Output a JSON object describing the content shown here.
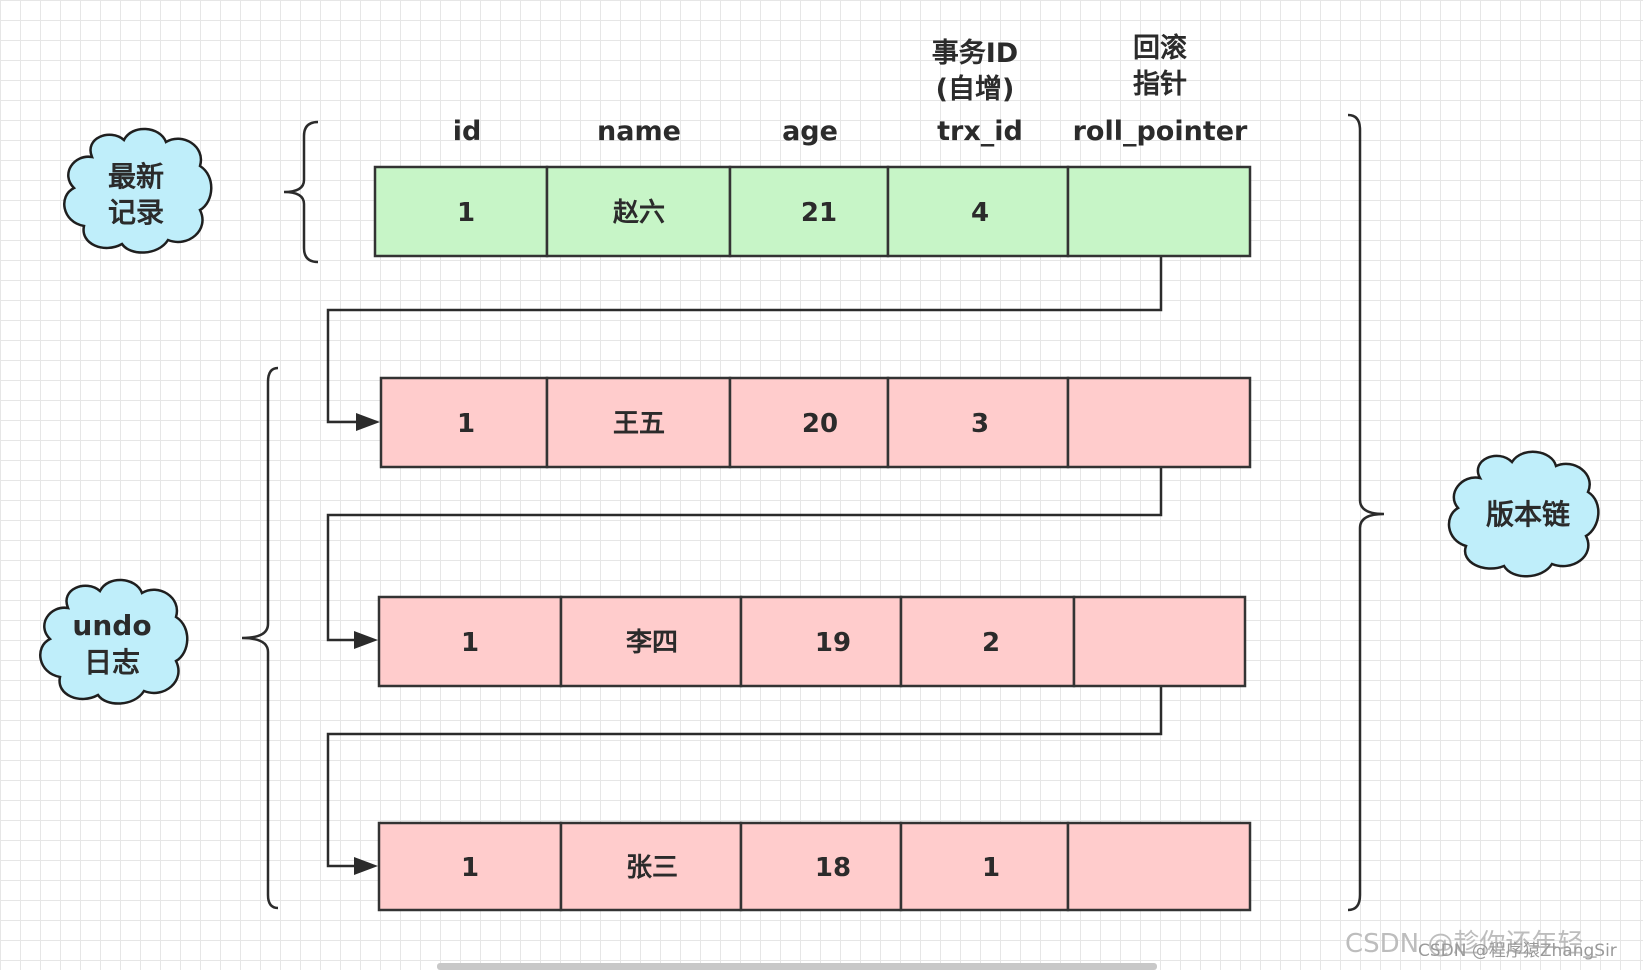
{
  "headers": {
    "id": "id",
    "name": "name",
    "age": "age",
    "trx_id": "trx_id",
    "roll_pointer": "roll_pointer",
    "trx_note_line1": "事务ID",
    "trx_note_line2": "(自增)",
    "roll_note_line1": "回滚",
    "roll_note_line2": "指针"
  },
  "rows": [
    {
      "id": "1",
      "name": "赵六",
      "age": "21",
      "trx_id": "4",
      "roll_pointer": ""
    },
    {
      "id": "1",
      "name": "王五",
      "age": "20",
      "trx_id": "3",
      "roll_pointer": ""
    },
    {
      "id": "1",
      "name": "李四",
      "age": "19",
      "trx_id": "2",
      "roll_pointer": ""
    },
    {
      "id": "1",
      "name": "张三",
      "age": "18",
      "trx_id": "1",
      "roll_pointer": ""
    }
  ],
  "colors": {
    "latest_fill": "#c7f5c7",
    "undo_fill": "#ffcccc",
    "cloud_fill": "#bfeefa"
  },
  "clouds": {
    "latest_line1": "最新",
    "latest_line2": "记录",
    "undo_line1": "undo",
    "undo_line2": "日志",
    "chain": "版本链"
  },
  "watermark": {
    "main": "CSDN @趁你还年轻_",
    "overlay": "CSDN @程序猿ZhangSir"
  }
}
